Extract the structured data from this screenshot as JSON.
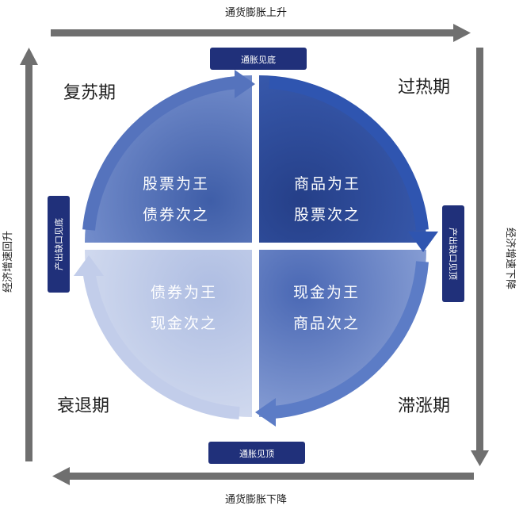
{
  "arrows": {
    "top": "通货膨胀上升",
    "bottom": "通货膨胀下降",
    "left": "经济增速回升",
    "right": "经济增速下降"
  },
  "badges": {
    "top": "通胀见底",
    "bottom": "通胀见顶",
    "left": "产出缺口见底",
    "right": "产出缺口见顶"
  },
  "phases": {
    "recovery": "复苏期",
    "overheat": "过热期",
    "stagflation": "滞涨期",
    "recession": "衰退期"
  },
  "quadrants": {
    "recovery": {
      "line1": "股票为王",
      "line2": "债券次之"
    },
    "overheat": {
      "line1": "商品为王",
      "line2": "股票次之"
    },
    "stagflation": {
      "line1": "现金为王",
      "line2": "商品次之"
    },
    "recession": {
      "line1": "债券为王",
      "line2": "现金次之"
    }
  },
  "colors": {
    "recovery": "#5a78bc",
    "overheat": "#2c4a96",
    "stagflation": "#6b86c9",
    "recession": "#b9c6e6",
    "badge": "#20307a",
    "axis_arrow": "#6f6f6f"
  }
}
